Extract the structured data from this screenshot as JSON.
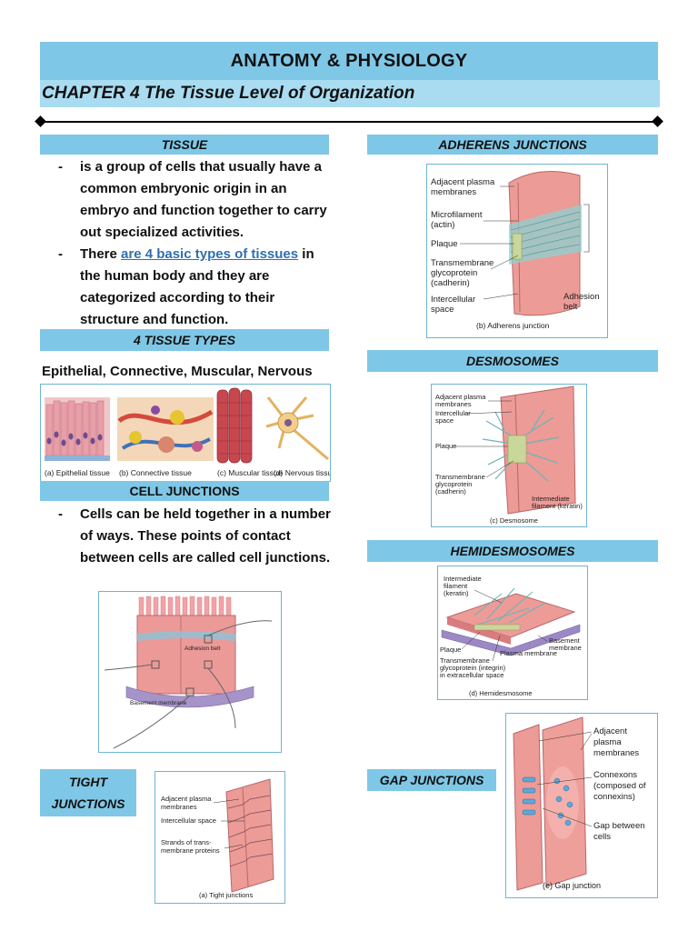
{
  "header": {
    "title": "ANATOMY & PHYSIOLOGY",
    "chapter": "CHAPTER 4  The Tissue Level of Organization"
  },
  "tissue": {
    "heading": "TISSUE",
    "bullet1": "is a group of cells that usually have a common embryonic origin in an embryo and function together to carry out specialized activities.",
    "bullet2_pre": "There ",
    "bullet2_link": "are 4 basic types of tissues",
    "bullet2_post": " in the human body and they are categorized according to their structure and function."
  },
  "tissue_types": {
    "heading": "4 TISSUE TYPES",
    "list": "Epithelial, Connective, Muscular, Nervous",
    "captions": [
      "(a) Epithelial tissue",
      "(b) Connective tissue",
      "(c) Muscular tissue",
      "(d) Nervous tissue"
    ]
  },
  "cell_junctions": {
    "heading": "CELL JUNCTIONS",
    "bullet": "Cells can be held together in a number of ways. These points of contact between cells are called cell junctions.",
    "figure_labels": [
      "Adhesion belt",
      "Basement membrane"
    ]
  },
  "tight": {
    "heading": "TIGHT JUNCTIONS",
    "labels": [
      "Adjacent plasma membranes",
      "Intercellular space",
      "Strands of trans-membrane proteins"
    ],
    "caption": "(a) Tight junctions"
  },
  "adherens": {
    "heading": "ADHERENS JUNCTIONS",
    "labels": [
      "Adjacent plasma membranes",
      "Microfilament (actin)",
      "Plaque",
      "Transmembrane glycoprotein (cadherin)",
      "Intercellular space",
      "Adhesion belt"
    ],
    "caption": "(b) Adherens junction"
  },
  "desmosomes": {
    "heading": "DESMOSOMES",
    "labels": [
      "Adjacent plasma membranes",
      "Intercellular space",
      "Plaque",
      "Transmembrane glycoprotein (cadherin)",
      "Intermediate filament (keratin)"
    ],
    "caption": "(c) Desmosome"
  },
  "hemidesmosomes": {
    "heading": "HEMIDESMOSOMES",
    "labels": [
      "Intermediate filament (keratin)",
      "Basement membrane",
      "Plaque",
      "Plasma membrane",
      "Transmembrane glycoprotein (integrin) in extracellular space"
    ],
    "caption": "(d) Hemidesmosome"
  },
  "gap": {
    "heading": "GAP JUNCTIONS",
    "labels": [
      "Adjacent plasma membranes",
      "Connexons (composed of connexins)",
      "Gap between cells"
    ],
    "caption": "(e) Gap junction"
  },
  "colors": {
    "banner": "#7fc7e6",
    "banner_light": "#a9dcf1",
    "cell": "#e9908c",
    "link": "#2f6fb0"
  }
}
